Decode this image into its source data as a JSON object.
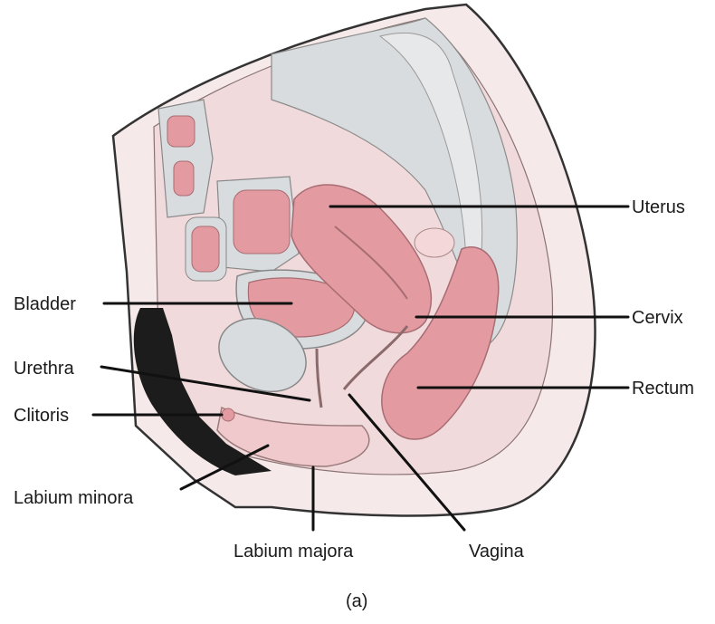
{
  "labels": {
    "uterus": "Uterus",
    "bladder": "Bladder",
    "cervix": "Cervix",
    "urethra": "Urethra",
    "rectum": "Rectum",
    "clitoris": "Clitoris",
    "labium_minora": "Labium minora",
    "labium_majora": "Labium majora",
    "vagina": "Vagina"
  },
  "caption": "(a)",
  "colors": {
    "skin": "#f3e6e6",
    "tissue": "#f0d9da",
    "organ": "#e59ba2",
    "organ_light": "#efb7bb",
    "gray_tissue": "#d8dbdd",
    "hair": "#1c1c1c"
  }
}
